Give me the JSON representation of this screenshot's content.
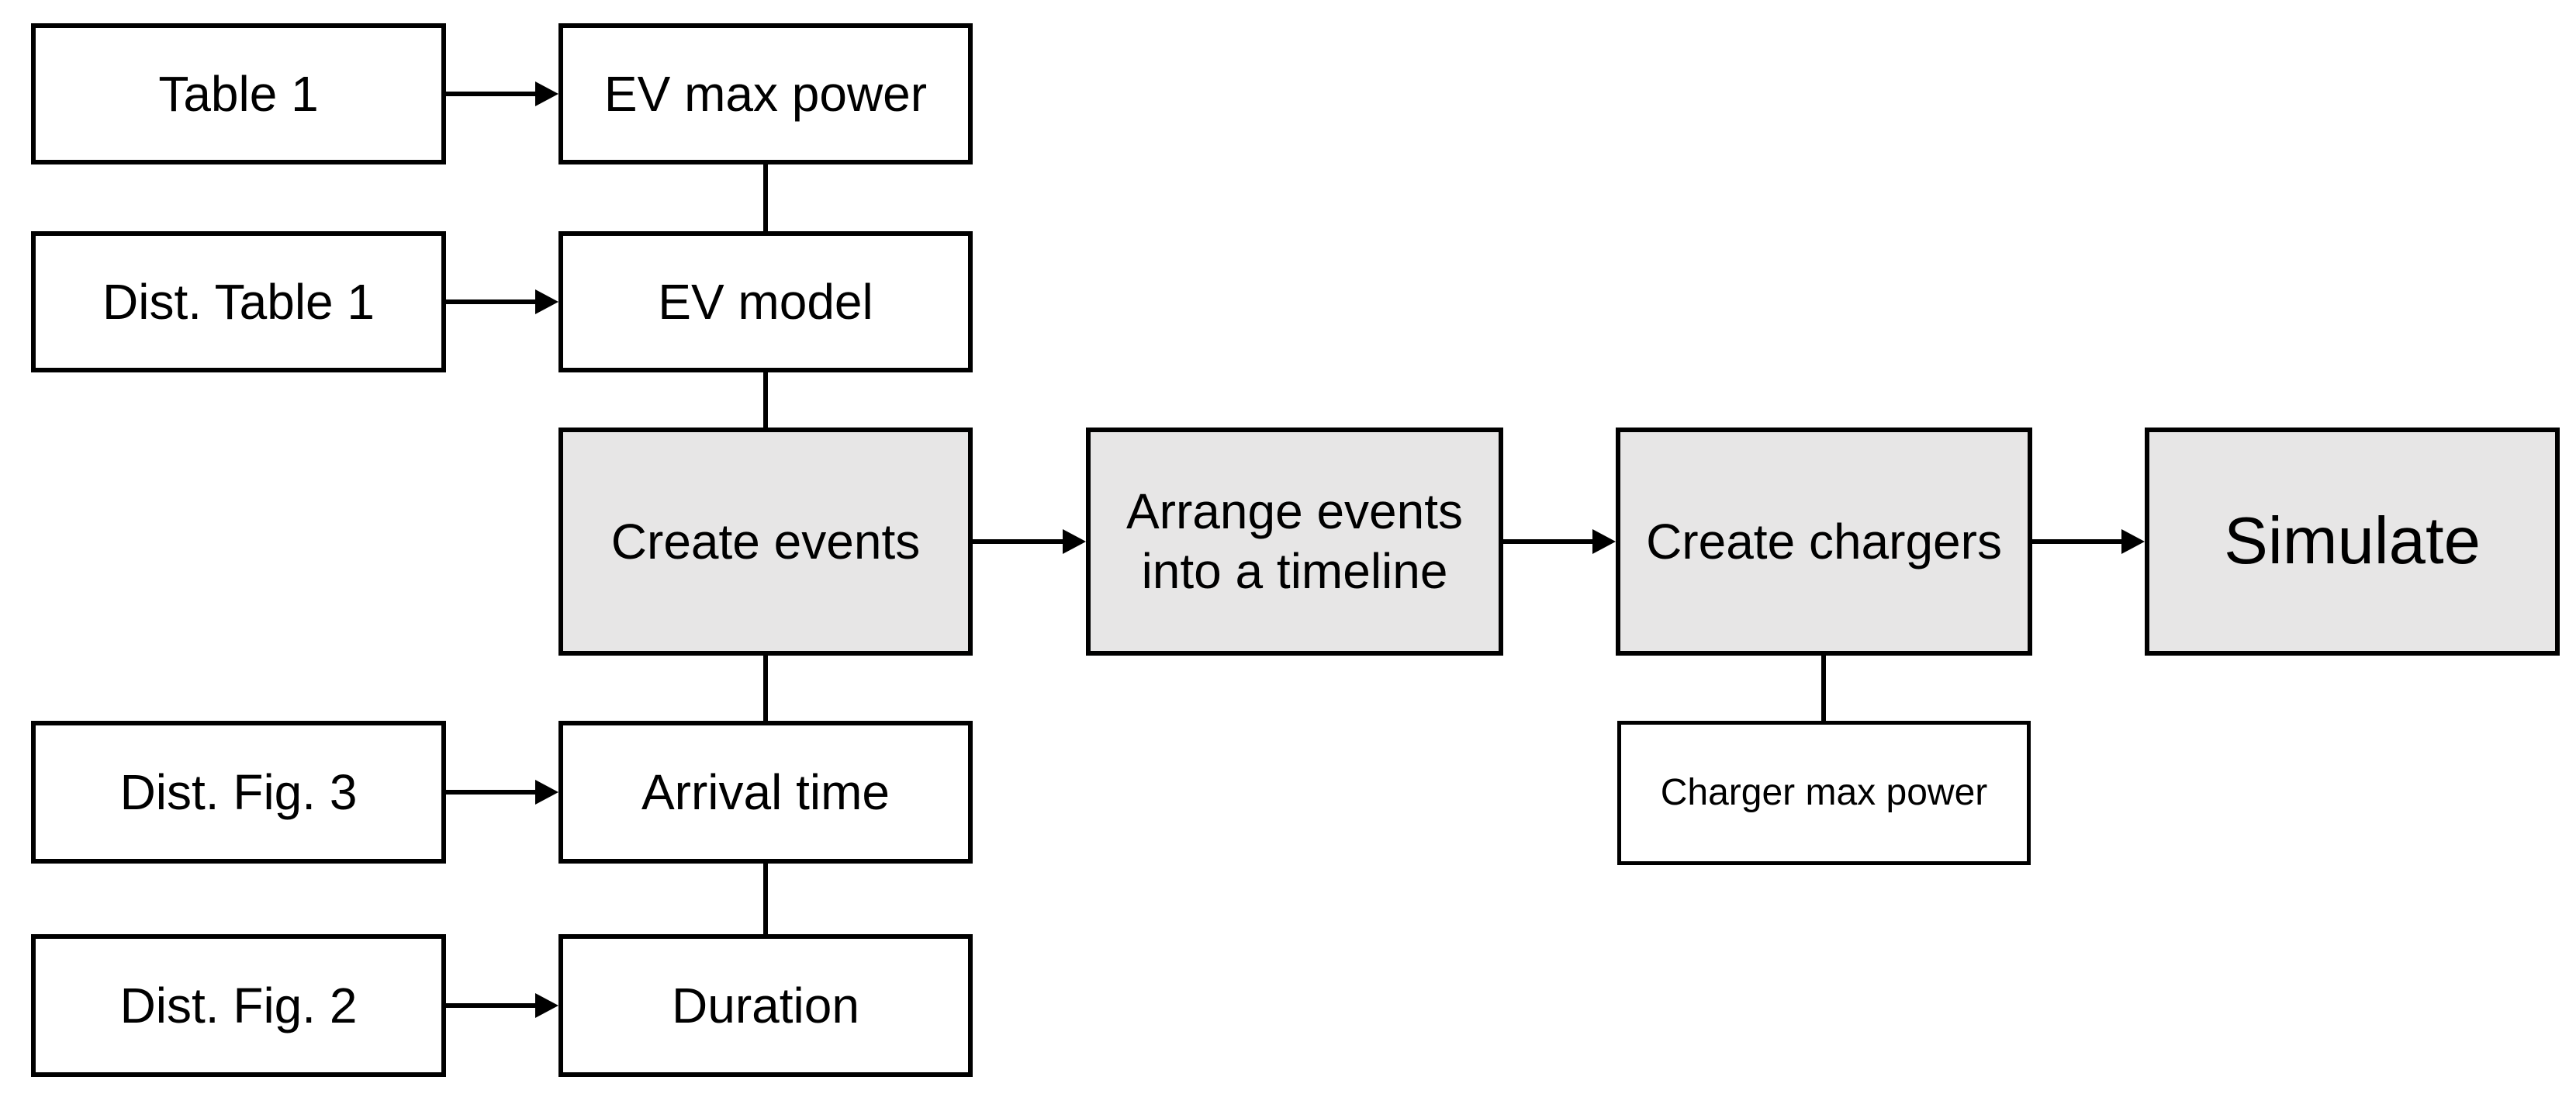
{
  "diagram": {
    "colors": {
      "background": "#ffffff",
      "box_border": "#000000",
      "gray_fill": "#e7e6e6",
      "white_fill": "#ffffff",
      "text": "#000000"
    },
    "nodes": [
      {
        "id": "table-1",
        "label": "Table 1",
        "fill": "white"
      },
      {
        "id": "ev-max-power",
        "label": "EV max power",
        "fill": "white"
      },
      {
        "id": "dist-table-1",
        "label": "Dist. Table 1",
        "fill": "white"
      },
      {
        "id": "ev-model",
        "label": "EV model",
        "fill": "white"
      },
      {
        "id": "create-events",
        "label": "Create events",
        "fill": "gray"
      },
      {
        "id": "arrange-events",
        "label": "Arrange events\ninto a timeline",
        "fill": "gray"
      },
      {
        "id": "create-chargers",
        "label": "Create chargers",
        "fill": "gray"
      },
      {
        "id": "simulate",
        "label": "Simulate",
        "fill": "gray"
      },
      {
        "id": "dist-fig-3",
        "label": "Dist. Fig. 3",
        "fill": "white"
      },
      {
        "id": "arrival-time",
        "label": "Arrival time",
        "fill": "white"
      },
      {
        "id": "dist-fig-2",
        "label": "Dist. Fig. 2",
        "fill": "white"
      },
      {
        "id": "duration",
        "label": "Duration",
        "fill": "white"
      },
      {
        "id": "charger-max-power",
        "label": "Charger max power",
        "fill": "white"
      }
    ],
    "edges": [
      {
        "from": "table-1",
        "to": "ev-max-power",
        "type": "arrow"
      },
      {
        "from": "dist-table-1",
        "to": "ev-model",
        "type": "arrow"
      },
      {
        "from": "ev-max-power",
        "to": "ev-model",
        "type": "line"
      },
      {
        "from": "ev-model",
        "to": "create-events",
        "type": "line"
      },
      {
        "from": "create-events",
        "to": "arrange-events",
        "type": "arrow"
      },
      {
        "from": "arrange-events",
        "to": "create-chargers",
        "type": "arrow"
      },
      {
        "from": "create-chargers",
        "to": "simulate",
        "type": "arrow"
      },
      {
        "from": "create-events",
        "to": "arrival-time",
        "type": "line"
      },
      {
        "from": "dist-fig-3",
        "to": "arrival-time",
        "type": "arrow"
      },
      {
        "from": "arrival-time",
        "to": "duration",
        "type": "line"
      },
      {
        "from": "dist-fig-2",
        "to": "duration",
        "type": "arrow"
      },
      {
        "from": "create-chargers",
        "to": "charger-max-power",
        "type": "line"
      }
    ]
  }
}
